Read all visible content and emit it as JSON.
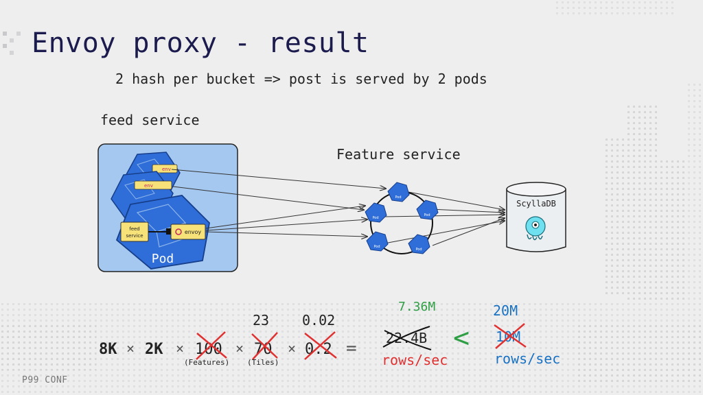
{
  "slide": {
    "title": "Envoy proxy - result",
    "subtitle": "2 hash per bucket => post is served by 2 pods",
    "brand": "P99 CONF"
  },
  "diagram": {
    "feed_service_label": "feed service",
    "feature_service_label": "Feature service",
    "pod_label": "Pod",
    "inner_feed_service_label": [
      "feed",
      "service"
    ],
    "envoy_label": "envoy",
    "small_envoy_label": "env",
    "small_pod_label": "Pod",
    "database_label": "ScyllaDB"
  },
  "equation": {
    "term1": "8K",
    "times": "×",
    "term2": "2K",
    "term3_struck": "100",
    "term3_note": "(Features)",
    "term4_struck": "70",
    "term4_replacement": "23",
    "term4_note": "(Tiles)",
    "term5_struck": "0.2",
    "term5_replacement": "0.02",
    "equals": "=",
    "result_struck": "22.4B",
    "result_replacement": "7.36M",
    "result_unit": "rows/sec",
    "less_than": "<",
    "capacity_struck": "10M",
    "capacity_replacement": "20M",
    "capacity_unit": "rows/sec"
  },
  "colors": {
    "title": "#1c1b4d",
    "pod_blue": "#2f6ed8",
    "envoy_yellow": "#f7e27a",
    "cross_red": "#e03131",
    "green": "#2f9e44",
    "blue_text": "#1971c2",
    "background": "#eeeeef"
  }
}
